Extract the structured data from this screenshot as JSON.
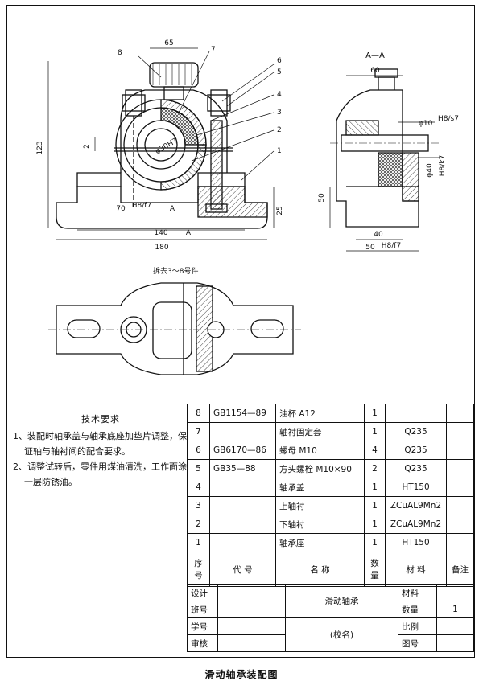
{
  "drawing": {
    "part_refs": [
      "1",
      "2",
      "3",
      "4",
      "5",
      "6",
      "7",
      "8"
    ],
    "section_label": "A—A",
    "section_mark": "A",
    "removed_note": "拆去3～8号件",
    "dims": {
      "d65": "65",
      "d123": "123",
      "d2": "2",
      "d180": "180",
      "d140": "140",
      "d70": "70",
      "d25": "25",
      "d30": "φ30H7",
      "d60": "60",
      "d10": "φ10",
      "h8s7": "H8/s7",
      "d40": "φ40",
      "h8k7": "H8/k7",
      "d50": "50",
      "d40b": "40",
      "d50b": "50",
      "h8f7": "H8/f7",
      "h8f7b": "H8/f7"
    }
  },
  "tech": {
    "title": "技术要求",
    "items": [
      "1、装配时轴承盖与轴承底座加垫片调整，保证轴与轴衬间的配合要求。",
      "2、调整试转后，零件用煤油清洗，工作面涂一层防锈油。"
    ]
  },
  "bom": {
    "rows": [
      {
        "no": "8",
        "code": "GB1154—89",
        "name": "油杯 A12",
        "qty": "1",
        "mat": "",
        "note": ""
      },
      {
        "no": "7",
        "code": "",
        "name": "轴衬固定套",
        "qty": "1",
        "mat": "Q235",
        "note": ""
      },
      {
        "no": "6",
        "code": "GB6170—86",
        "name": "螺母 M10",
        "qty": "4",
        "mat": "Q235",
        "note": ""
      },
      {
        "no": "5",
        "code": "GB35—88",
        "name": "方头螺栓 M10×90",
        "qty": "2",
        "mat": "Q235",
        "note": ""
      },
      {
        "no": "4",
        "code": "",
        "name": "轴承盖",
        "qty": "1",
        "mat": "HT150",
        "note": ""
      },
      {
        "no": "3",
        "code": "",
        "name": "上轴衬",
        "qty": "1",
        "mat": "ZCuAL9Mn2",
        "note": ""
      },
      {
        "no": "2",
        "code": "",
        "name": "下轴衬",
        "qty": "1",
        "mat": "ZCuAL9Mn2",
        "note": ""
      },
      {
        "no": "1",
        "code": "",
        "name": "轴承座",
        "qty": "1",
        "mat": "HT150",
        "note": ""
      }
    ],
    "headers": {
      "no": "序\n号",
      "code": "代  号",
      "name": "名  称",
      "qty": "数\n量",
      "mat": "材  料",
      "note": "备注"
    }
  },
  "title_block": {
    "design": "设计",
    "class": "班号",
    "student_id": "学号",
    "review": "审核",
    "drawing_name": "滑动轴承",
    "school": "(校名)",
    "material": "材料",
    "quantity": "数量",
    "quantity_val": "1",
    "scale": "比例",
    "drawing_no": "图号"
  },
  "caption": "滑动轴承装配图"
}
